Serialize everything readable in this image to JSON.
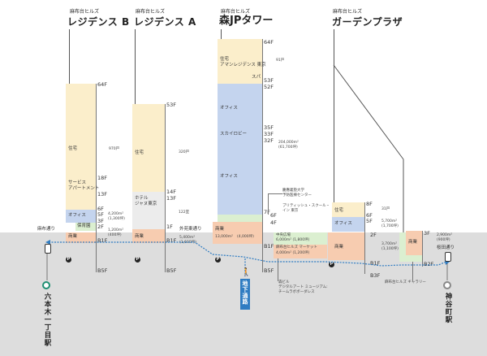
{
  "buildings": {
    "res_b": {
      "subtitle": "麻布台ヒルズ",
      "title": "レジデンス B",
      "floors": {
        "f64": "64F",
        "f18": "18F",
        "f13": "13F",
        "f6": "6F",
        "f5": "5F",
        "f3": "3F",
        "f2": "2F",
        "b1": "B1F",
        "b5": "B5F"
      },
      "labels": {
        "residence": "住宅",
        "service_apt": "サービス\nアパートメント",
        "office": "オフィス",
        "nursery": "保育園",
        "retail": "商業"
      },
      "stats": {
        "units": "970戸",
        "area_a": "4,200m²",
        "area_a_tsubo": "(1,300坪)",
        "area_b": "1,200m²",
        "area_b_tsubo": "(400坪)"
      }
    },
    "res_a": {
      "subtitle": "麻布台ヒルズ",
      "title": "レジデンス A",
      "floors": {
        "f53": "53F",
        "f14": "14F",
        "f13": "13F",
        "f1": "1F",
        "b1": "B1F",
        "b5": "B5F"
      },
      "labels": {
        "residence": "住宅",
        "hotel": "ホテル\nジャヌ東京",
        "retail": "商業"
      },
      "stats": {
        "units": "320戸",
        "rooms": "122室",
        "area": "5,400m²",
        "area_tsubo": "(1,600坪)"
      }
    },
    "mori": {
      "subtitle": "麻布台ヒルズ",
      "title": "森JPタワー",
      "floors": {
        "f64": "64F",
        "f53": "53F",
        "f52": "52F",
        "f35": "35F",
        "f33": "33F",
        "f32": "32F",
        "f7": "7F",
        "f6": "6F",
        "f4": "4F",
        "b1": "B1F",
        "b5": "B5F"
      },
      "labels": {
        "residence": "住宅\nアマンレジデンス 東京",
        "spa": "スパ",
        "office_upper": "オフィス",
        "sky_lobby": "スカイロビー",
        "office_lower": "オフィス",
        "retail": "商業"
      },
      "stats": {
        "units": "91戸",
        "office_area": "204,000m²",
        "office_tsubo": "(61,700坪)",
        "retail_area": "13,000m²",
        "retail_tsubo": "(4,000坪)"
      }
    },
    "garden": {
      "subtitle": "麻布台ヒルズ",
      "title": "ガーデンプラザ",
      "floors": {
        "f8": "8F",
        "f6": "6F",
        "f5": "5F",
        "f2": "2F",
        "b1": "B1F",
        "b3": "B3F",
        "f3": "3F",
        "b2": "B2F"
      },
      "labels": {
        "residence": "住宅",
        "office": "オフィス",
        "retail": "商業",
        "retail_c": "商業"
      },
      "stats": {
        "units": "31戸",
        "office_area": "5,700m²",
        "office_tsubo": "(1,700坪)",
        "retail_area": "3,700m²",
        "retail_tsubo": "(1,100坪)",
        "c_area": "2,900m²",
        "c_tsubo": "(900坪)"
      }
    }
  },
  "annotations": {
    "keio": "慶應義塾大学\n予防医療センター",
    "british_school": "ブリティッシュ・スクール・\nイン 東京",
    "central_plaza": "中央広場",
    "central_plaza_area": "6,000m² (1,800坪)",
    "market": "麻布台ヒルズ マーケット",
    "market_area": "4,000m² (1,200坪)",
    "teamlab": "森ビル\nデジタルアート ミュージアム:\nチームラボボーダレス",
    "gallery": "麻布台ヒルズ ギャラリー",
    "road_left": "麻布通り",
    "road_mid": "外苑東通り",
    "road_right": "桜田通り",
    "underground": "地下通路",
    "station_left": "六本木一丁目駅",
    "station_right": "神谷町駅",
    "parking": "P"
  },
  "colors": {
    "residence": "#fbeecb",
    "office": "#c4d4ee",
    "retail": "#f7ccb0",
    "green": "#dbefd0",
    "ground": "#dddddd",
    "path": "#2f7cc2",
    "underground": "#2f7cc2",
    "station_green": "#1f8f72"
  }
}
